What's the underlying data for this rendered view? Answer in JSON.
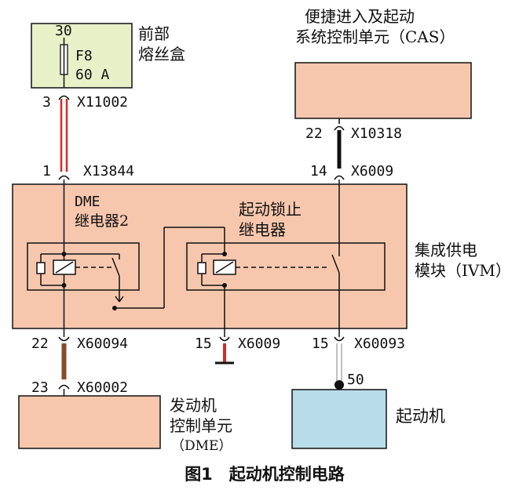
{
  "colors": {
    "fuse_box_fill": "#e8f0c8",
    "module_fill": "#f7c7ad",
    "starter_fill": "#b8dcea",
    "wire_red": "#d42a2a",
    "wire_brown": "#8a4a2a",
    "wire_black": "#111111"
  },
  "fuse_box": {
    "terminal": "30",
    "fuse_id": "F8",
    "fuse_rating": "60 A",
    "title_line1": "前部",
    "title_line2": "熔丝盒",
    "pin": "3",
    "connector": "X11002"
  },
  "cas": {
    "title_line1": "便捷进入及起动",
    "title_line2": "系统控制单元（CAS）",
    "pin": "22",
    "connector": "X10318"
  },
  "ivm": {
    "title_line1": "集成供电",
    "title_line2": "模块（IVM）",
    "top_left_pin": "1",
    "top_left_connector": "X13844",
    "top_right_pin": "14",
    "top_right_connector": "X6009",
    "relay1_line1": "DME",
    "relay1_line2": "继电器2",
    "relay2_line1": "起动锁止",
    "relay2_line2": "继电器",
    "bottom_left_pin": "22",
    "bottom_left_connector": "X60094",
    "bottom_mid_pin": "15",
    "bottom_mid_connector": "X6009",
    "bottom_right_pin": "15",
    "bottom_right_connector": "X60093"
  },
  "dme": {
    "pin": "23",
    "connector": "X60002",
    "title_line1": "发动机",
    "title_line2": "控制单元",
    "title_line3": "（DME）"
  },
  "starter": {
    "terminal": "50",
    "title": "起动机"
  },
  "caption": "图1　起动机控制电路"
}
